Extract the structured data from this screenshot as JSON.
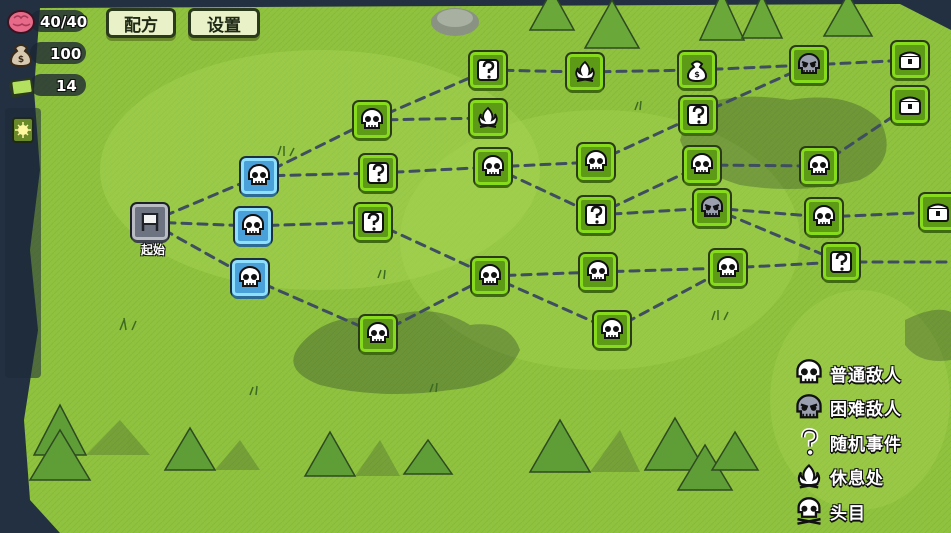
{
  "hud": {
    "health": "40/40",
    "gold": "100",
    "cards": "14"
  },
  "buttons": {
    "recipe": "配方",
    "settings": "设置"
  },
  "start_label": "起始",
  "legend": [
    {
      "icon": "skull-icon",
      "label": "普通敌人"
    },
    {
      "icon": "elite-skull-icon",
      "label": "困难敌人"
    },
    {
      "icon": "question-icon",
      "label": "随机事件"
    },
    {
      "icon": "campfire-icon",
      "label": "休息处"
    },
    {
      "icon": "boss-icon",
      "label": "头目"
    }
  ],
  "colors": {
    "grass": "#8fc23e",
    "node_available": "#86dc1c",
    "node_visited": "#8fe0ff",
    "path_dash": "#3e4e60",
    "water": "#233042"
  }
}
